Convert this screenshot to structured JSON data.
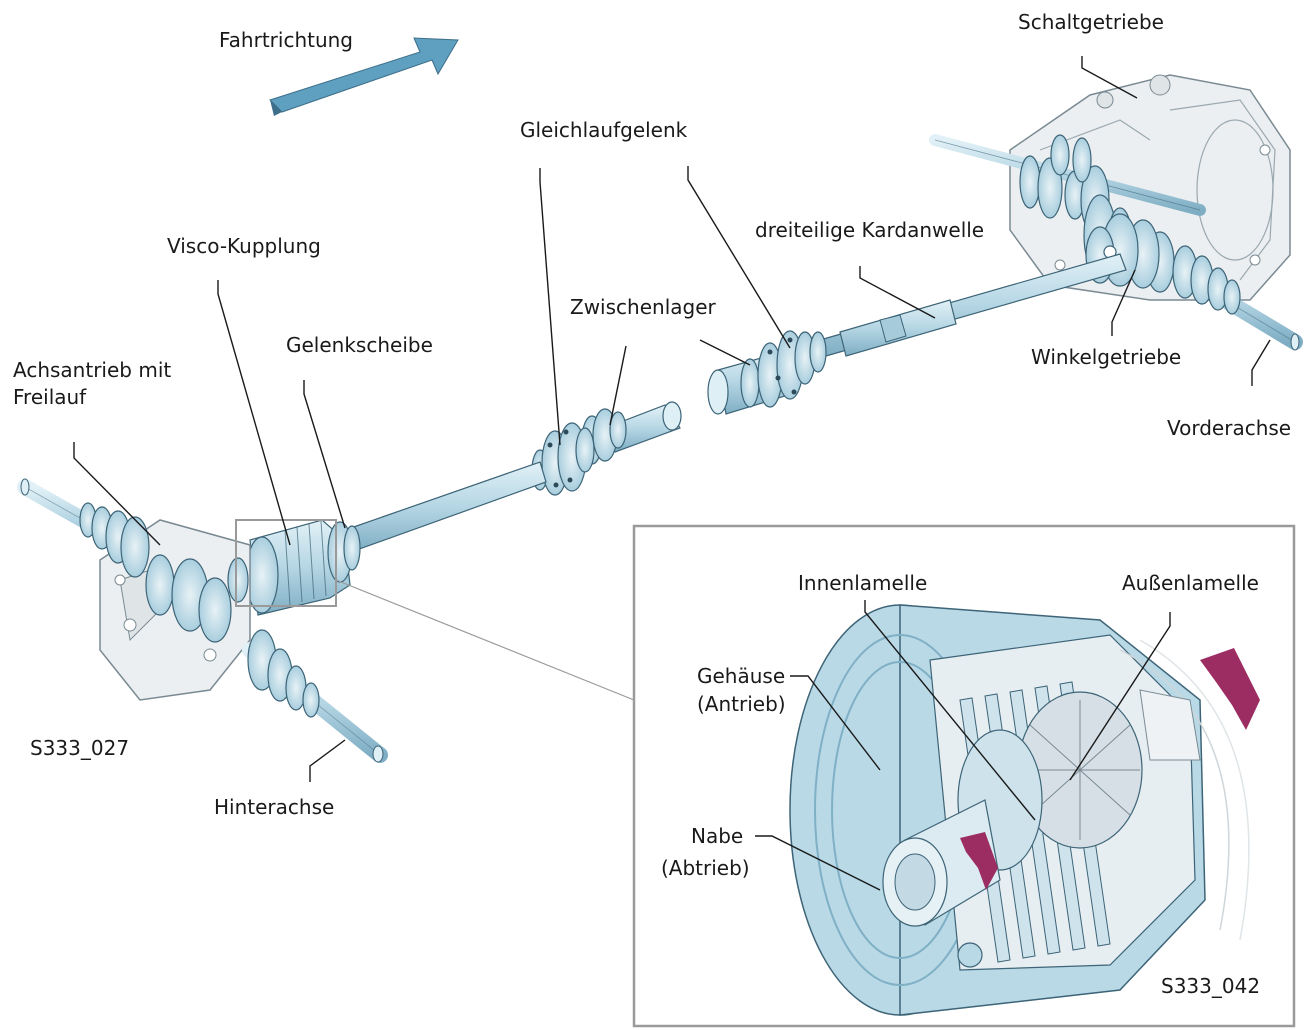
{
  "labels": {
    "direction": "Fahrtrichtung",
    "gearbox": "Schaltgetriebe",
    "cv_joint": "Gleichlaufgelenk",
    "prop_shaft": "dreiteilige Kardanwelle",
    "visco": "Visco-Kupplung",
    "center_bearing": "Zwischenlager",
    "flex_disc": "Gelenkscheibe",
    "final_drive_l1": "Achsantrieb mit",
    "final_drive_l2": "Freilauf",
    "angle_drive": "Winkelgetriebe",
    "front_axle": "Vorderachse",
    "rear_axle": "Hinterachse",
    "code_main": "S333_027"
  },
  "detail": {
    "inner_plate": "Innenlamelle",
    "outer_plate": "Außenlamelle",
    "housing_l1": "Gehäuse",
    "housing_l2": "(Antrieb)",
    "hub_l1": "Nabe",
    "hub_l2": "(Abtrieb)",
    "code": "S333_042"
  },
  "colors": {
    "part_fill": "#b9d9e6",
    "part_dark": "#7fb0c6",
    "part_stroke": "#3d6477",
    "housing_fill": "#e7ebee",
    "arrow_fill": "#5f9fc0",
    "rotation_arrow": "#9c2d63",
    "frame": "#9a9a9a"
  }
}
